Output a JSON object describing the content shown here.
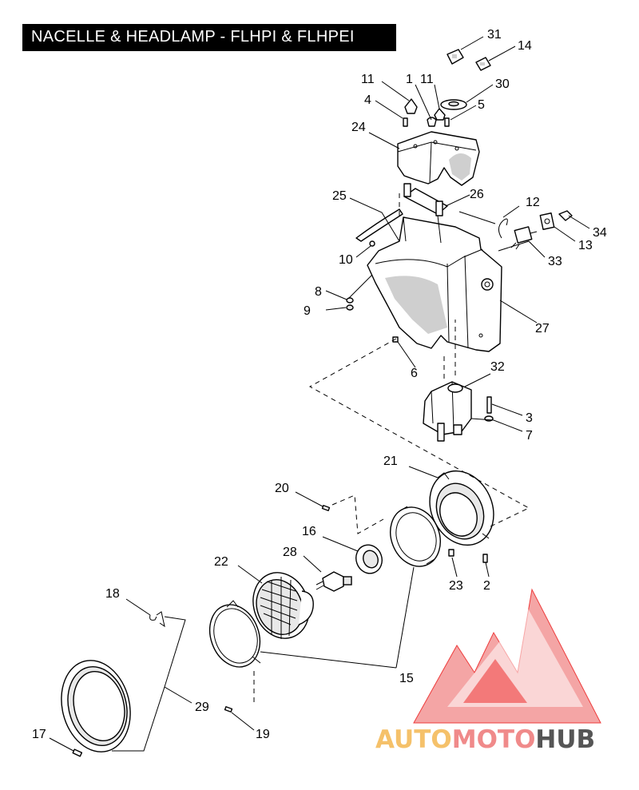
{
  "title": "NACELLE & HEADLAMP - FLHPI & FLHPEI",
  "watermark": {
    "part1": "AUTO",
    "part2": "MOTO",
    "part3": "HUB",
    "colors": {
      "part1": "#f5c16a",
      "part2": "#f08a8a",
      "part3": "#555555",
      "logo": "#ee3b3b"
    }
  },
  "callouts": {
    "c31": "31",
    "c14": "14",
    "c30": "30",
    "c11a": "11",
    "c1": "1",
    "c11b": "11",
    "c4": "4",
    "c5": "5",
    "c24": "24",
    "c12": "12",
    "c25": "25",
    "c26": "26",
    "c34": "34",
    "c13": "13",
    "c10": "10",
    "c33": "33",
    "c8": "8",
    "c9": "9",
    "c27": "27",
    "c6": "6",
    "c32": "32",
    "c3": "3",
    "c7": "7",
    "c21": "21",
    "c20": "20",
    "c16": "16",
    "c28": "28",
    "c22": "22",
    "c23": "23",
    "c2": "2",
    "c18": "18",
    "c15": "15",
    "c29": "29",
    "c17": "17",
    "c19": "19"
  }
}
